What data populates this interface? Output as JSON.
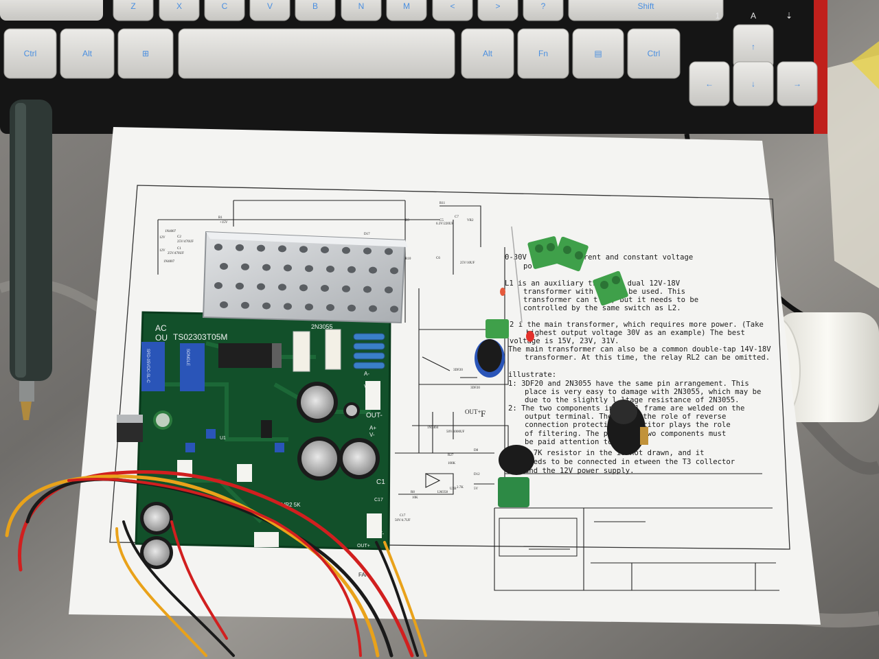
{
  "keyboard": {
    "row1_keys": [
      "Z",
      "X",
      "C",
      "V",
      "B",
      "N",
      "M",
      "<",
      ">",
      "?",
      "Shift"
    ],
    "row2_keys": [
      "Ctrl",
      "Alt",
      "⊞",
      "",
      "Alt",
      "Fn",
      "▤",
      "Ctrl"
    ],
    "arrow_keys": [
      "↑",
      "←",
      "↓",
      "→"
    ],
    "indicators": [
      "1",
      "A",
      "⇣"
    ]
  },
  "schematic_notes": {
    "line1": "0-30V    constant current and constant voltage",
    "line2": "po",
    "line3": "L1 is an auxiliary tr          and a dual 12V-18V",
    "line4": "transformer with          ap can be used. This",
    "line5": "transformer can t          nt, but it needs to be",
    "line6": "controlled by the same switch as L2.",
    "line7": "2 i   the main transformer, which requires more power. (Take",
    "line8": "highest output voltage 30V as an example) The best",
    "line9": "   voltage is 15V, 23V, 31V.",
    "line10": "The main transformer can also be a common double-tap 14V-18V",
    "line11": "transformer. At this time, the relay RL2 can be omitted.",
    "line12": "illustrate:",
    "line13": "1: 3DF20 and 2N3055 have the same pin arrangement. This",
    "line14": "place is very easy to damage with 2N3055, which may be",
    "line15": "due to the slightly l        ltage resistance of 2N3055.",
    "line16": "2: The two components in th        al frame are welded on the",
    "line17": "output terminal. The d         ays the role of reverse",
    "line18": "connection protection,         capacitor plays the role",
    "line19": "of filtering. The polar          se two components must",
    "line20": "be paid attention to.",
    "line21": "   2.7K resistor in the          is not drawn, and it",
    "line22": "needs to be connected in          etween the T3 collector",
    "line23": "and the 12V power supply."
  },
  "schematic_labels": {
    "q1": "3DF20",
    "q2": "3DF20",
    "diode": "1N5404",
    "cap": "50V/1000UF",
    "out_plus": "OUT+",
    "f": "F",
    "u2b": "U2B",
    "lm": "LM358",
    "c17": "C17",
    "c17v": "50V/4.7UF",
    "r27": "R27",
    "r27v": "100K",
    "d8": "D8",
    "d12": "D12",
    "d12v": "5V",
    "res27k": "2.7K",
    "r8": "R8",
    "r8v": "10K",
    "vr2": "VR2",
    "c6": "C6",
    "c6v": "6.3V/220UF",
    "c7": "C7",
    "c7v": "25V/10UF",
    "r11": "R11",
    "c5": "C5",
    "r9": "R9",
    "r10": "R10",
    "d17": "D17",
    "r1": "R1",
    "c2": "C2",
    "c2v": "25V/470UF",
    "c1": "C1",
    "c1v": "25V/470UF",
    "d1": "1N4007",
    "d2": "1N4007",
    "v12a": "12V",
    "v12b": "12V",
    "v15": "+15V"
  },
  "pcb_labels": {
    "ac": "AC",
    "ou": "OU",
    "model": "TS02303T05M",
    "transistor": "2N3055",
    "out_minus": "OUT-",
    "out_minus2": "OUT-",
    "out_plus": "OUT+",
    "fan": "FAN",
    "a_minus": "A-",
    "v_plus": "V+",
    "a_plus": "A+",
    "v_minus": "V-",
    "c17": "C17",
    "relay1": "SRD-05VDC-SL-C",
    "relay2": "SONGLE",
    "vr2": "VR2 5K",
    "u1": "U1",
    "c1": "C1"
  },
  "colors": {
    "pcb": "#12502a",
    "paper": "#f4f4f2",
    "heatsink": "#c9cccf",
    "terminal": "#3fa04a",
    "relay": "#2a55b8",
    "keycap": "#d8d8d6",
    "keyboard_frame": "#151515",
    "keyboard_accent": "#c0201c",
    "countertop": "#7f7d7a"
  }
}
